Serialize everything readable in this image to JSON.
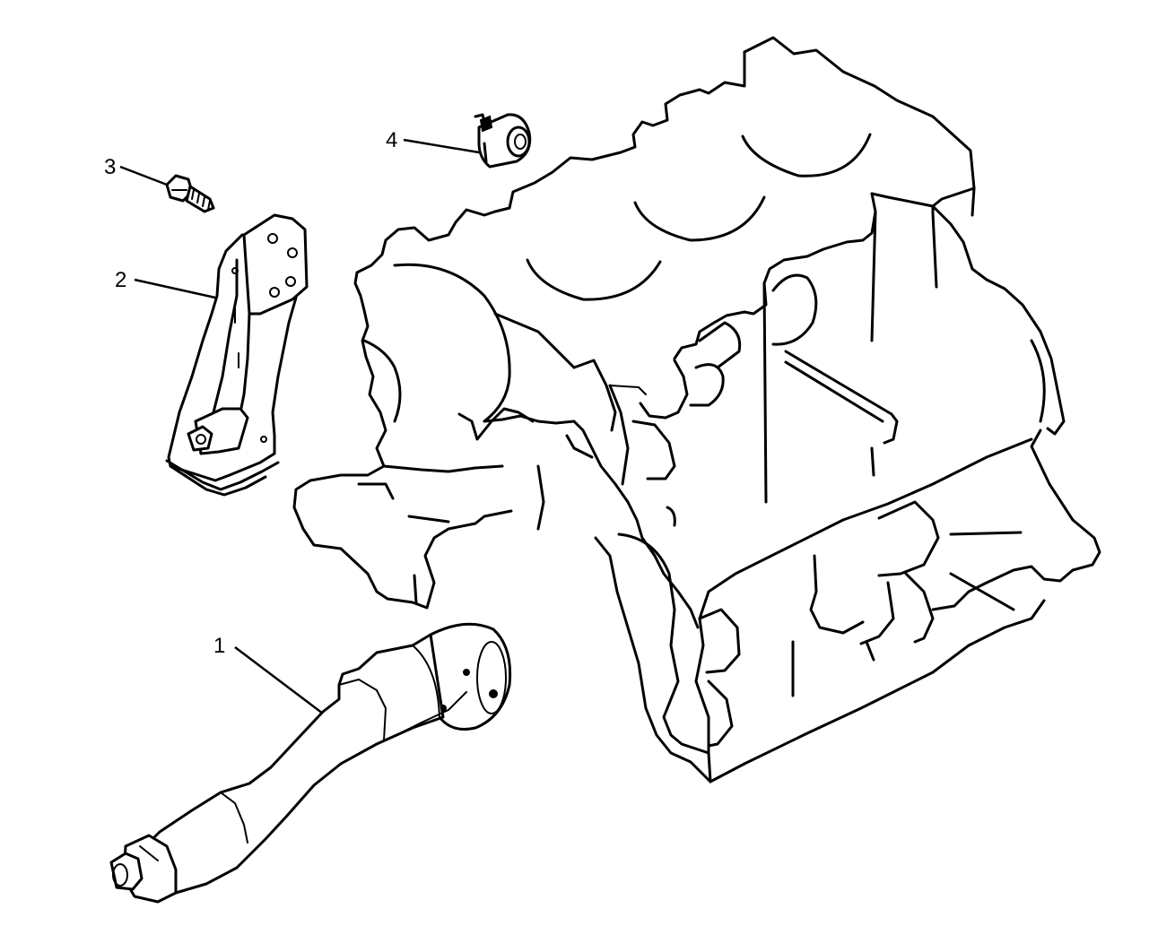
{
  "callouts": [
    {
      "id": "1",
      "label": "1",
      "part": "oil-cooler-pipe"
    },
    {
      "id": "2",
      "label": "2",
      "part": "mounting-bracket"
    },
    {
      "id": "3",
      "label": "3",
      "part": "bolt"
    },
    {
      "id": "4",
      "label": "4",
      "part": "oil-pressure-switch"
    }
  ],
  "colors": {
    "ink": "#000000",
    "background": "#ffffff"
  }
}
